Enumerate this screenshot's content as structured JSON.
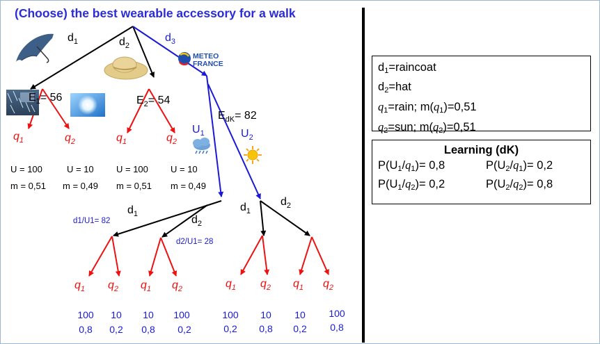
{
  "title": "(Choose) the best wearable accessory for a walk",
  "colors": {
    "title": "#2b2bd8",
    "decision_edge": "#000000",
    "info_edge": "#1a1ad6",
    "outcome_edge": "#ee1111",
    "divider": "#000000"
  },
  "icons": [
    "umbrella-icon",
    "straw-hat-icon",
    "rain-photo",
    "sunny-sky-photo",
    "meteo-france-logo",
    "rain-cloud-icon",
    "sun-icon"
  ],
  "logo": {
    "line1": "METEO",
    "line2": "FRANCE"
  },
  "tree": {
    "d1": "d",
    "d1_sub": "1",
    "d2": "d",
    "d2_sub": "2",
    "d3": "d",
    "d3_sub": "3",
    "e1": "E",
    "e1_sub": "1",
    "e1_val": "= 56",
    "e2": "E",
    "e2_sub": "2",
    "e2_val": "= 54",
    "edk": "E",
    "edk_sub": "dK",
    "edk_val": "= 82",
    "u1": "U",
    "u1_sub": "1",
    "u2": "U",
    "u2_sub": "2",
    "q": "q",
    "q1_sub": "1",
    "q2_sub": "2",
    "utilities": [
      "U = 100",
      "U = 10",
      "U = 100",
      "U = 10"
    ],
    "probs": [
      "m = 0,51",
      "m = 0,49",
      "m = 0,51",
      "m = 0,49"
    ],
    "d1u1": "d1/U1= 82",
    "d2u1": "d2/U1= 28",
    "leaf_u": [
      "100",
      "10",
      "10",
      "100",
      "100",
      "10",
      "10",
      "100"
    ],
    "leaf_p": [
      "0,8",
      "0,2",
      "0,8",
      "0,2",
      "0,2",
      "0,8",
      "0,2",
      "0,8"
    ]
  },
  "definitions": {
    "line1_a": "d",
    "line1_sub": "1",
    "line1_b": "=raincoat",
    "line2_a": "d",
    "line2_sub": "2",
    "line2_b": "=hat",
    "line3_q": "q",
    "line3_sub": "1",
    "line3_b": "=rain; ",
    "line3_m": "m(",
    "line3_q2": "q",
    "line3_sub2": "1",
    "line3_c": ")=0,51",
    "line4_q": "q",
    "line4_sub": "2",
    "line4_b": "=sun; ",
    "line4_m": "m(",
    "line4_q2": "q",
    "line4_sub2": "2",
    "line4_c": ")=0,51"
  },
  "learning": {
    "title": "Learning (dK)",
    "r1": [
      {
        "a": "P(U",
        "s": "1",
        "b": "/",
        "q": "q",
        "qs": "1",
        "c": ")= 0,8"
      },
      {
        "a": "P(U",
        "s": "2",
        "b": "/",
        "q": "q",
        "qs": "1",
        "c": ")= 0,2"
      }
    ],
    "r2": [
      {
        "a": "P(U",
        "s": "1",
        "b": "/",
        "q": "q",
        "qs": "2",
        "c": ")= 0,2"
      },
      {
        "a": "P(U",
        "s": "2",
        "b": "/",
        "q": "q",
        "qs": "2",
        "c": ")= 0,8"
      }
    ]
  }
}
